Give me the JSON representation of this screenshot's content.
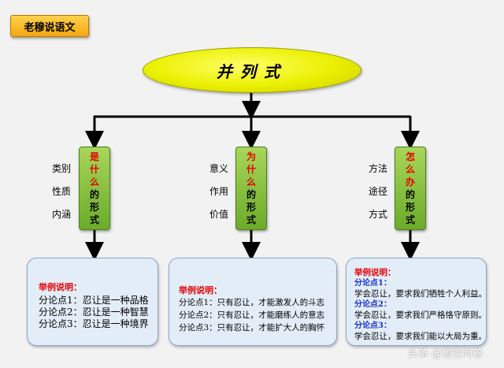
{
  "tag": "老穆说语文",
  "center": "并列式",
  "branches": [
    {
      "box_red": [
        "是",
        "什",
        "么"
      ],
      "box_black": [
        "的",
        "形",
        "式"
      ],
      "labels": [
        "类别",
        "性质",
        "内涵"
      ],
      "example": {
        "title": "举例说明：",
        "lines": [
          "分论点1：忍让是一种品格",
          "分论点2：忍让是一种智慧",
          "分论点3：忍让是一种境界"
        ]
      }
    },
    {
      "box_red": [
        "为",
        "什",
        "么"
      ],
      "box_black": [
        "的",
        "形",
        "式"
      ],
      "labels": [
        "意义",
        "作用",
        "价值"
      ],
      "example": {
        "title": "举例说明：",
        "lines": [
          "分论点1：只有忍让，才能激发人的斗志",
          "分论点2：只有忍让，才能磨练人的意志",
          "分论点3：只有忍让，才能扩大人的胸怀"
        ]
      }
    },
    {
      "box_red": [
        "怎",
        "么",
        "办"
      ],
      "box_black": [
        "的",
        "形",
        "式"
      ],
      "labels": [
        "方法",
        "途径",
        "方式"
      ],
      "example": {
        "title": "举例说明：",
        "sub1": "分论点1：",
        "line1": "学会忍让，要求我们牺牲个人利益。",
        "sub2": "分论点2：",
        "line2": "学会忍让，要求我们严格恪守原则。",
        "sub3": "分论点3：",
        "line3": "学会忍让，要求我们能以大局为重。"
      }
    }
  ],
  "watermark": "头条 @悟空问答"
}
